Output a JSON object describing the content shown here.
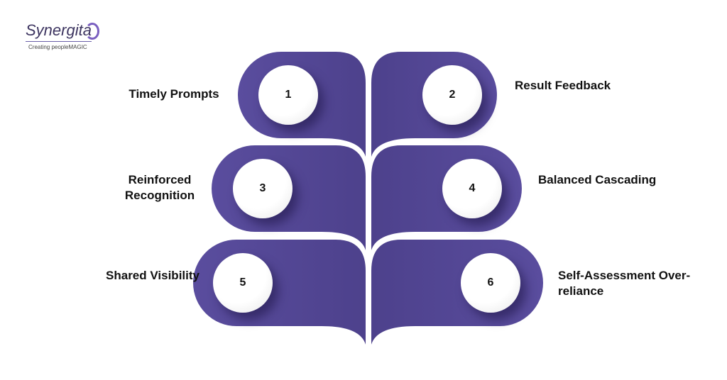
{
  "logo": {
    "name": "Synergita",
    "tagline": "Creating peopleMAGIC"
  },
  "colors": {
    "leaf": "#574a9a"
  },
  "items": [
    {
      "num": "1",
      "label": "Timely Prompts"
    },
    {
      "num": "2",
      "label": "Result Feedback"
    },
    {
      "num": "3",
      "label": "Reinforced Recognition"
    },
    {
      "num": "4",
      "label": "Balanced Cascading"
    },
    {
      "num": "5",
      "label": "Shared Visibility"
    },
    {
      "num": "6",
      "label": "Self-Assessment Over-reliance"
    }
  ]
}
